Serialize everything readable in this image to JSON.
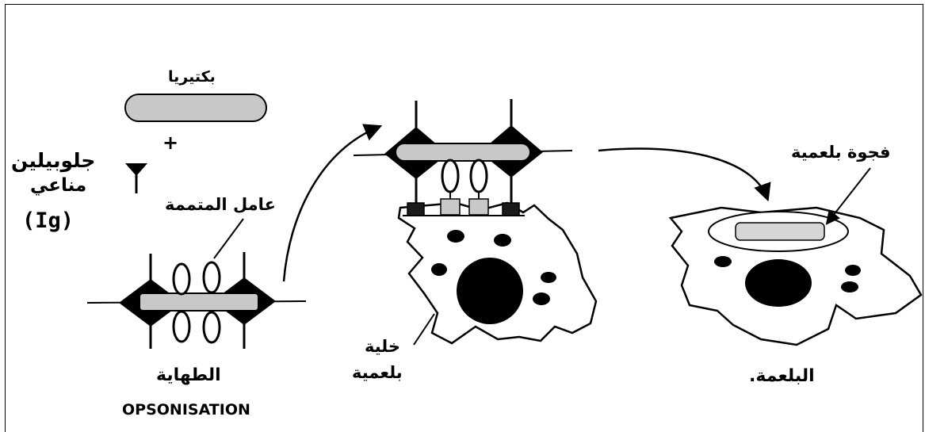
{
  "labels": {
    "bacteria": "بكتيريا",
    "plus": "+",
    "antibody_line1": "جلوبيلين",
    "antibody_line2": "مناعي",
    "antibody_abbr": "(Ig)",
    "complement": "عامل المتممة",
    "opsonisation_ar": "الطهاية",
    "opsonisation_en": "OPSONISATION",
    "phagocyte_line1": "خلية",
    "phagocyte_line2": "بلعمية",
    "phagosome": "فجوة بلعمية",
    "phagocytosis": "البلعمة."
  },
  "colors": {
    "bacteria_fill": "#c8c8c8",
    "complement_receptor_fill": "#c8c8c8",
    "fc_receptor_fill": "#1a1a1a",
    "vacuole_fill": "#d6d6d6",
    "ink": "#000000"
  }
}
